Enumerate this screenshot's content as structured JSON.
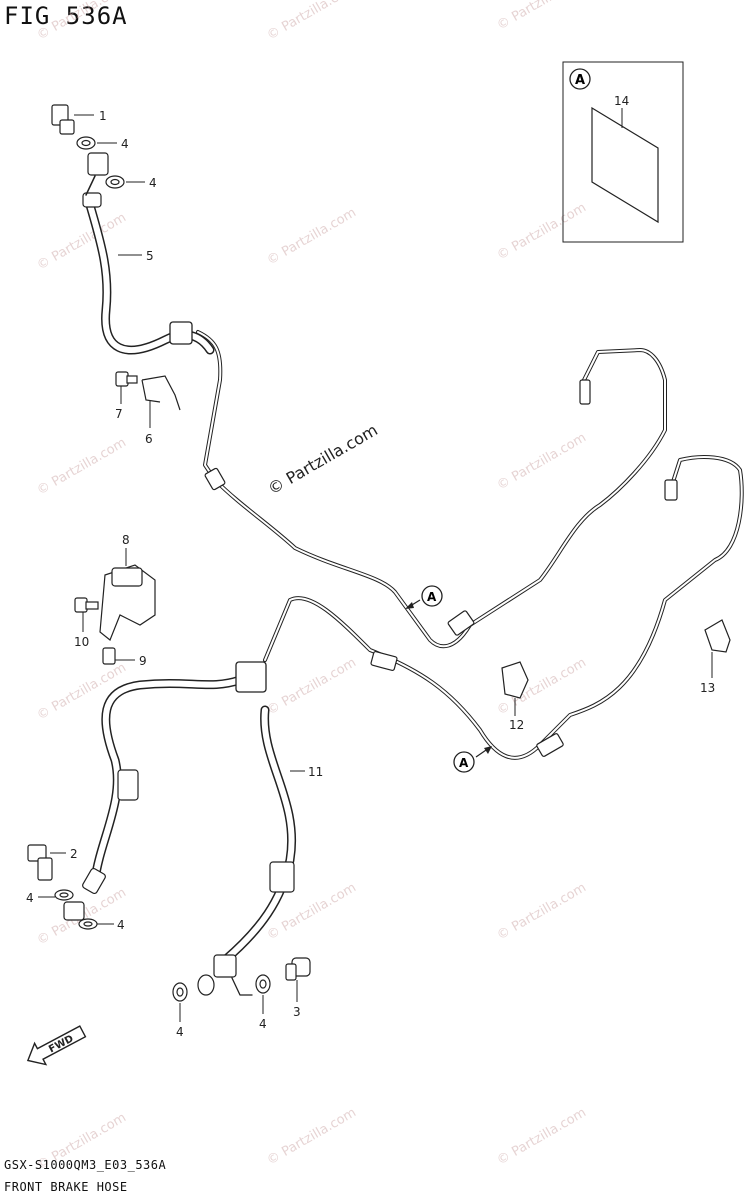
{
  "figure": {
    "title": "FIG 536A",
    "code": "GSX-S1000QM3_E03_536A",
    "name": "FRONT BRAKE HOSE"
  },
  "watermark": {
    "text": "© Partzilla.com",
    "center_text": "© Partzilla.com"
  },
  "inset": {
    "marker": "A",
    "part": "14"
  },
  "connector_marker": "A",
  "fwd_label": "FWD",
  "callouts": [
    "1",
    "4",
    "4",
    "5",
    "7",
    "6",
    "8",
    "10",
    "9",
    "11",
    "2",
    "4",
    "4",
    "4",
    "4",
    "3",
    "12",
    "13"
  ],
  "colors": {
    "line": "#222222",
    "watermark": "#c9a0a0"
  }
}
